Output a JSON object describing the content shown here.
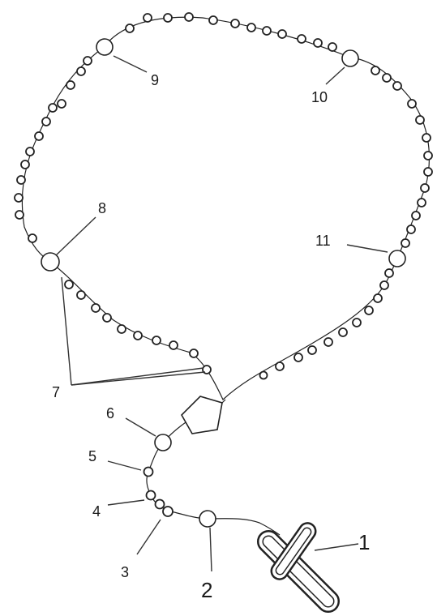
{
  "labels": {
    "l1": "1",
    "l2": "2",
    "l3": "3",
    "l4": "4",
    "l5": "5",
    "l6": "6",
    "l7": "7",
    "l8": "8",
    "l9": "9",
    "l10": "10",
    "l11": "11"
  },
  "icons": {
    "crucifix": "cross-icon",
    "centerpiece": "pentagon-medal-icon"
  }
}
